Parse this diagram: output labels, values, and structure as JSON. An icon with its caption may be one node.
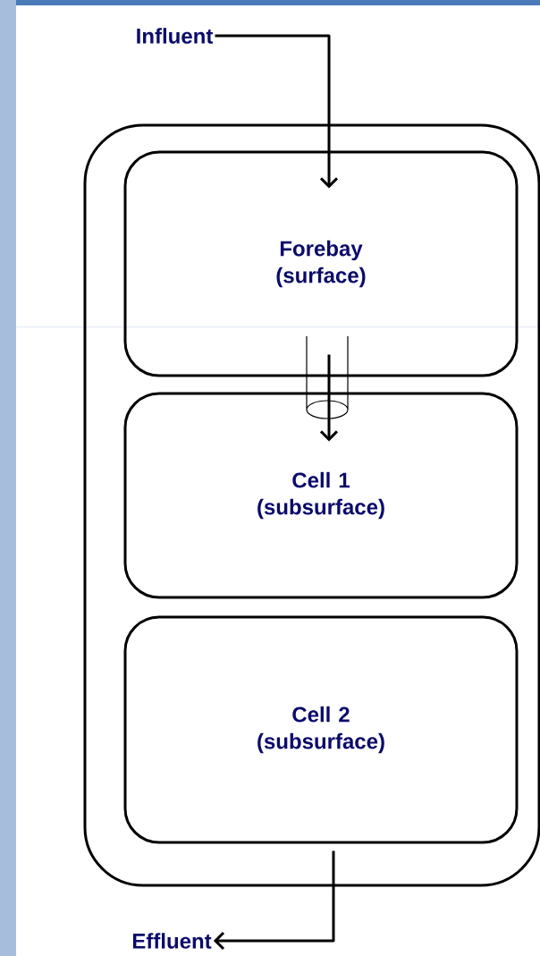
{
  "diagram": {
    "nodes": [
      {
        "text": [
          "Influent"
        ]
      },
      {
        "text": [],
        "shape": "box"
      },
      {
        "text": [
          "Forebay (surface)"
        ],
        "in": 1
      },
      {
        "text": [
          "Cell 1 (subsurface)"
        ],
        "in": 1
      },
      {
        "text": [
          "Cell 2 (subsurface)"
        ],
        "in": 1
      },
      {
        "text": [
          "Effluent"
        ]
      }
    ],
    "edges": [
      {
        "from": 0,
        "to": 2,
        "arrow": "to"
      },
      {
        "from": 2,
        "to": 3,
        "arrow": "to"
      },
      {
        "from": 4,
        "to": 5,
        "arrow": "to"
      }
    ]
  }
}
